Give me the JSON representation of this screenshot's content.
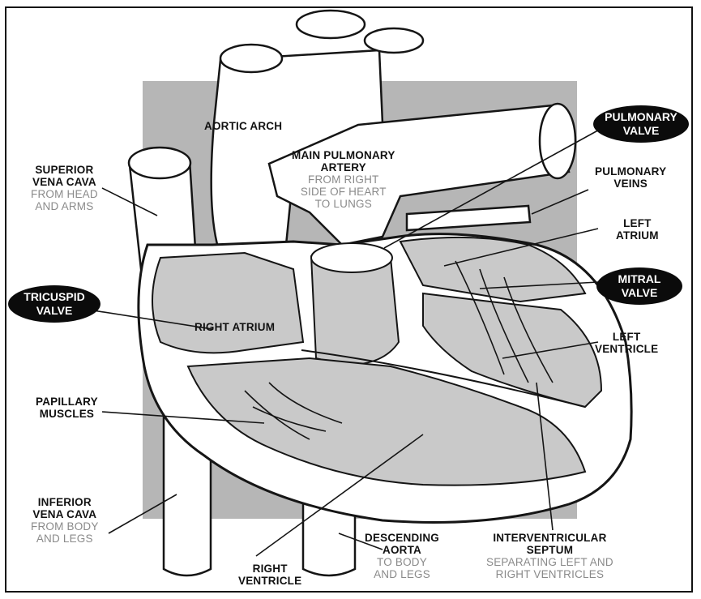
{
  "colors": {
    "background_square": "#b6b6b6",
    "chamber": "#c9c9c9",
    "outline": "#151515",
    "label_dark": "#111111",
    "label_light": "#8a8a8a",
    "pill_bg": "#0b0b0b"
  },
  "labels": {
    "aortic_arch": "AORTIC ARCH",
    "superior_vena_cava": {
      "line1": "SUPERIOR",
      "line2": "VENA CAVA",
      "sub1": "FROM HEAD",
      "sub2": "AND ARMS"
    },
    "main_pulmonary_artery": {
      "line1": "MAIN PULMONARY",
      "line2": "ARTERY",
      "sub1": "FROM RIGHT",
      "sub2": "SIDE OF HEART",
      "sub3": "TO LUNGS"
    },
    "pulmonary_valve": {
      "line1": "PULMONARY",
      "line2": "VALVE"
    },
    "pulmonary_veins": {
      "line1": "PULMONARY",
      "line2": "VEINS"
    },
    "left_atrium": {
      "line1": "LEFT",
      "line2": "ATRIUM"
    },
    "mitral_valve": {
      "line1": "MITRAL",
      "line2": "VALVE"
    },
    "tricuspid_valve": {
      "line1": "TRICUSPID",
      "line2": "VALVE"
    },
    "right_atrium": "RIGHT ATRIUM",
    "left_ventricle": {
      "line1": "LEFT",
      "line2": "VENTRICLE"
    },
    "papillary_muscles": {
      "line1": "PAPILLARY",
      "line2": "MUSCLES"
    },
    "inferior_vena_cava": {
      "line1": "INFERIOR",
      "line2": "VENA CAVA",
      "sub1": "FROM BODY",
      "sub2": "AND LEGS"
    },
    "right_ventricle": {
      "line1": "RIGHT",
      "line2": "VENTRICLE"
    },
    "descending_aorta": {
      "line1": "DESCENDING",
      "line2": "AORTA",
      "sub1": "TO BODY",
      "sub2": "AND LEGS"
    },
    "interventricular_septum": {
      "line1": "INTERVENTRICULAR",
      "line2": "SEPTUM",
      "sub1": "SEPARATING LEFT AND",
      "sub2": "RIGHT VENTRICLES"
    }
  }
}
